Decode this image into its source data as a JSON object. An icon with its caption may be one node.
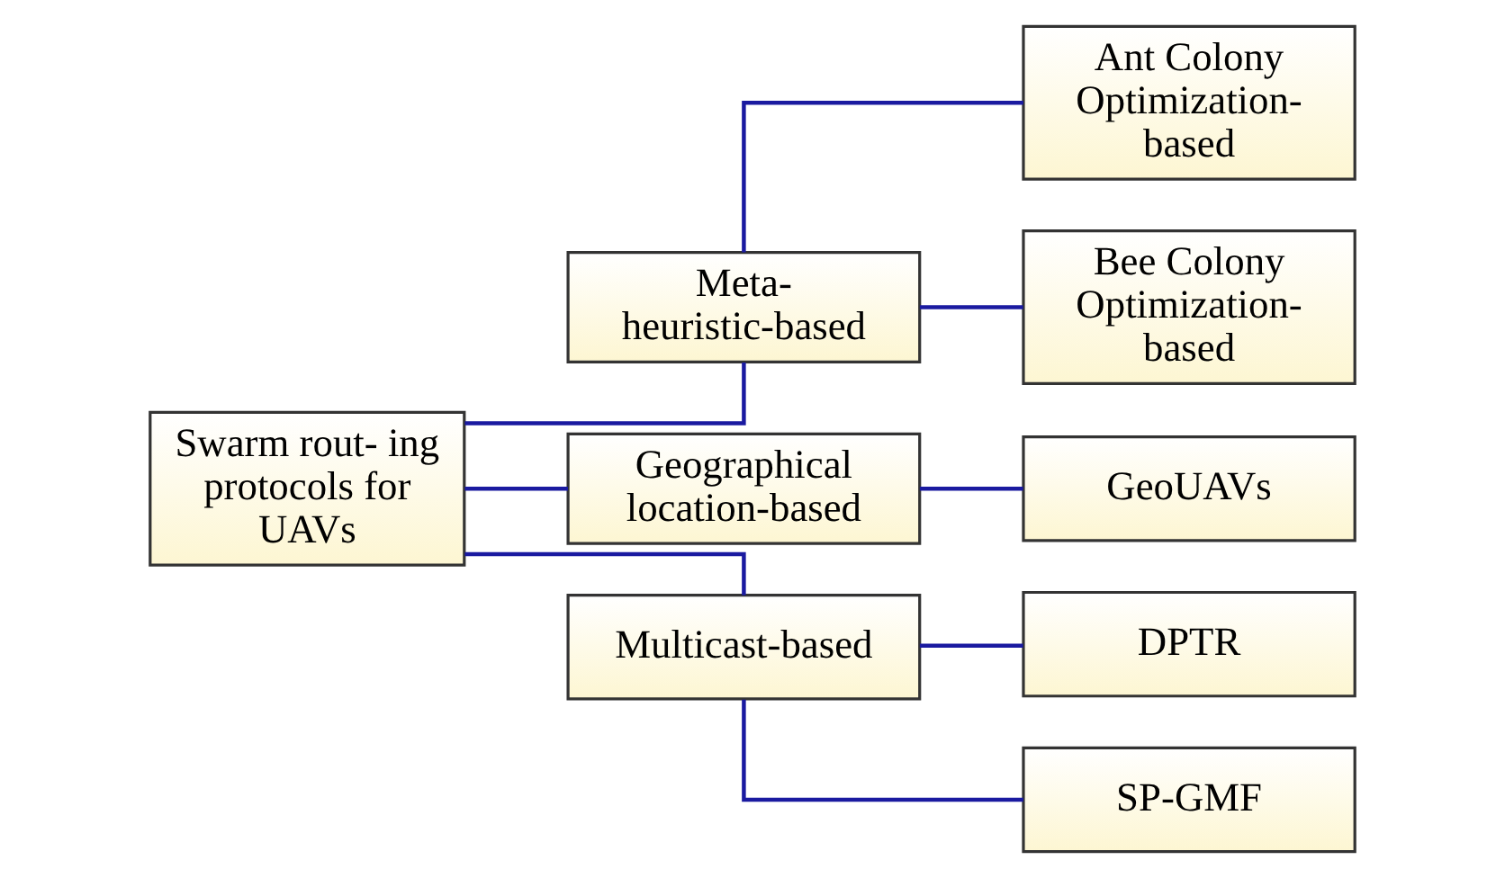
{
  "diagram": {
    "nodes": [
      {
        "text": [
          "Swarm rout- ing protocols for UAVs"
        ]
      },
      {
        "text": [
          "Meta- heuristic-based"
        ]
      },
      {
        "text": [
          "Geographical location-based"
        ]
      },
      {
        "text": [
          "Multicast-based"
        ]
      },
      {
        "text": [
          "Ant Colony Optimization- based"
        ]
      },
      {
        "text": [
          "Bee Colony Optimization- based"
        ]
      },
      {
        "text": [
          "GeoUAVs"
        ]
      },
      {
        "text": [
          "DPTR"
        ]
      },
      {
        "text": [
          "SP-GMF"
        ]
      }
    ],
    "edges": [
      {
        "from": 0,
        "to": 1,
        "arrow": "none"
      },
      {
        "from": 0,
        "to": 2,
        "arrow": "none"
      },
      {
        "from": 0,
        "to": 3,
        "arrow": "none"
      },
      {
        "from": 1,
        "to": 4,
        "arrow": "none"
      },
      {
        "from": 1,
        "to": 5,
        "arrow": "none"
      },
      {
        "from": 2,
        "to": 6,
        "arrow": "none"
      },
      {
        "from": 3,
        "to": 7,
        "arrow": "none"
      },
      {
        "from": 3,
        "to": 8,
        "arrow": "none"
      }
    ]
  }
}
